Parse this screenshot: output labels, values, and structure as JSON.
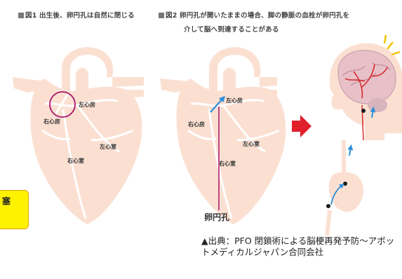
{
  "figure1": {
    "title": "図1 出生後、卵円孔は自然に閉じる",
    "labels": {
      "left_atrium": "左心房",
      "right_atrium": "右心房",
      "left_ventricle": "左心室",
      "right_ventricle": "右心室"
    }
  },
  "figure2": {
    "title_line1": "図2 卵円孔が開いたままの場合、脚の静脈の血栓が卵円孔を",
    "title_line2": "介して脳へ到達することがある",
    "labels": {
      "left_atrium": "左心房",
      "right_atrium": "右心房",
      "left_ventricle": "左心室",
      "right_ventricle": "右心室"
    },
    "pfo_label": "卵円孔"
  },
  "caption": "▲出典：PFO 閉鎖術による脳梗再発予防〜アボットメディカルジャパン合同会社",
  "side_note": "塞",
  "colors": {
    "heart": "#fbe0d2",
    "arrow_red": "#e0202a",
    "circle": "#a8146c",
    "blue": "#2f8fd8",
    "yellow": "#fff200"
  }
}
